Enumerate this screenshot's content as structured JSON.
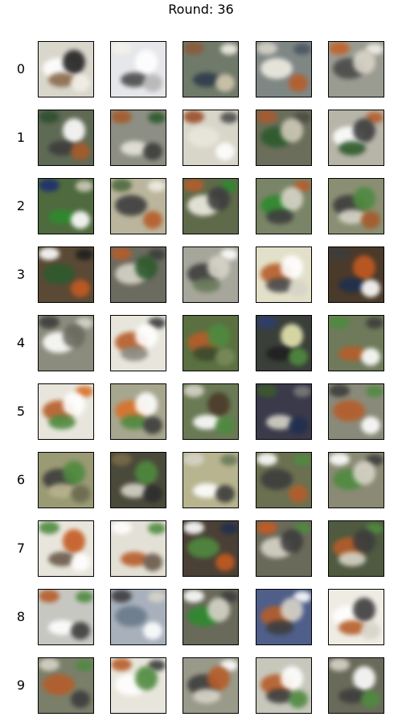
{
  "title": "Round: 36",
  "rows": [
    {
      "label": "0",
      "samples": [
        {
          "base": "#d9d6cc",
          "spots": [
            "#ffffff",
            "#222222",
            "#8a6b4d",
            "#f2efe6"
          ]
        },
        {
          "base": "#e6e7ea",
          "spots": [
            "#ffffff",
            "#4b4b4b",
            "#b6b6b6",
            "#f4f1ea"
          ]
        },
        {
          "base": "#6f7a6a",
          "spots": [
            "#2f3b4a",
            "#d1c7ad",
            "#8a5a3a",
            "#f1efe4"
          ]
        },
        {
          "base": "#7f8785",
          "spots": [
            "#b65d2a",
            "#d7d4c8",
            "#4b5563",
            "#f0ede3"
          ]
        },
        {
          "base": "#9a9b91",
          "spots": [
            "#c2622a",
            "#f2f0ea",
            "#4a4a4a",
            "#dad6c8"
          ]
        }
      ]
    },
    {
      "label": "1",
      "samples": [
        {
          "base": "#5f6a55",
          "spots": [
            "#ffffff",
            "#3d3d3d",
            "#a85a2a",
            "#2f4f2f"
          ]
        },
        {
          "base": "#8d8f84",
          "spots": [
            "#e8e5db",
            "#3c3c3c",
            "#a65a2a",
            "#2d5a2d"
          ]
        },
        {
          "base": "#d8d5c9",
          "spots": [
            "#ffffff",
            "#9a4e2a",
            "#4d4d4d",
            "#e9e6dc"
          ]
        },
        {
          "base": "#6a6e5a",
          "spots": [
            "#aa5a2d",
            "#4c4c44",
            "#2e5a2e",
            "#cfcab8"
          ]
        },
        {
          "base": "#b7b4a8",
          "spots": [
            "#b65d2a",
            "#ffffff",
            "#3d3d3d",
            "#2d5a2d"
          ]
        }
      ]
    },
    {
      "label": "2",
      "samples": [
        {
          "base": "#4f6a3f",
          "spots": [
            "#2e8a2e",
            "#ffffff",
            "#1f2f6f",
            "#cfcab8"
          ]
        },
        {
          "base": "#bab59c",
          "spots": [
            "#b65d2a",
            "#4f6a3f",
            "#f0ede3",
            "#3d3d3d"
          ]
        },
        {
          "base": "#5f6a4a",
          "spots": [
            "#b65d2a",
            "#2e8a2e",
            "#f0ede3",
            "#3d3d3d"
          ]
        },
        {
          "base": "#7a8467",
          "spots": [
            "#b65d2a",
            "#2e8a2e",
            "#d7d4c8",
            "#3d3d3d"
          ]
        },
        {
          "base": "#8a8f73",
          "spots": [
            "#3d3d3d",
            "#4f8a3f",
            "#d7d4c8",
            "#a65a2a"
          ]
        }
      ]
    },
    {
      "label": "3",
      "samples": [
        {
          "base": "#5a4a35",
          "spots": [
            "#c45a22",
            "#ffffff",
            "#1f1f1f",
            "#2e5a2e"
          ]
        },
        {
          "base": "#6b6b5f",
          "spots": [
            "#b65d2a",
            "#3d3d3d",
            "#d7d4c8",
            "#2e5a2e"
          ]
        },
        {
          "base": "#a6a79a",
          "spots": [
            "#ffffff",
            "#3d3d3d",
            "#d7d4c8",
            "#6a7a5a"
          ]
        },
        {
          "base": "#e3e0c9",
          "spots": [
            "#b65d2a",
            "#ffffff",
            "#4a4a4a",
            "#d7d4c8"
          ]
        },
        {
          "base": "#4a3a2a",
          "spots": [
            "#c45a22",
            "#1f2f4f",
            "#ffffff",
            "#3d3d3d"
          ]
        }
      ]
    },
    {
      "label": "4",
      "samples": [
        {
          "base": "#8c8c7e",
          "spots": [
            "#3d3d3d",
            "#d7d4c8",
            "#ffffff",
            "#6a6a5f"
          ]
        },
        {
          "base": "#e8e6dc",
          "spots": [
            "#3d3d3d",
            "#b65d2a",
            "#ffffff",
            "#8a8a80"
          ]
        },
        {
          "base": "#5a7040",
          "spots": [
            "#b65d2a",
            "#4f8a3f",
            "#3d4a2d",
            "#7a8a5a"
          ]
        },
        {
          "base": "#3a3f3a",
          "spots": [
            "#e6e6b0",
            "#1f1f1f",
            "#4f8a3f",
            "#2f3f6f"
          ]
        },
        {
          "base": "#6f7a5a",
          "spots": [
            "#b65d2a",
            "#ffffff",
            "#4f8a3f",
            "#3d3d3d"
          ]
        }
      ]
    },
    {
      "label": "5",
      "samples": [
        {
          "base": "#e8e6dc",
          "spots": [
            "#d9702a",
            "#b65d2a",
            "#ffffff",
            "#4f8a3f"
          ]
        },
        {
          "base": "#a7a68f",
          "spots": [
            "#d9702a",
            "#ffffff",
            "#4f8a3f",
            "#3d3d3d"
          ]
        },
        {
          "base": "#6a7a55",
          "spots": [
            "#4a3a2a",
            "#ffffff",
            "#4f8a3f",
            "#d7d4c8"
          ]
        },
        {
          "base": "#3a3a4a",
          "spots": [
            "#d7d4c8",
            "#1f2f4f",
            "#3d5a2d",
            "#7a7a7a"
          ]
        },
        {
          "base": "#8a8a7a",
          "spots": [
            "#ffffff",
            "#3d3d3d",
            "#4f8a3f",
            "#b65d2a"
          ]
        }
      ]
    },
    {
      "label": "6",
      "samples": [
        {
          "base": "#9a9a75",
          "spots": [
            "#3d3d3d",
            "#4f8a3f",
            "#b9b48f",
            "#6a6a50"
          ]
        },
        {
          "base": "#4a4a3a",
          "spots": [
            "#4f8a3f",
            "#d7d4c8",
            "#2d2d2d",
            "#7a6a4a"
          ]
        },
        {
          "base": "#b7b48f",
          "spots": [
            "#ffffff",
            "#3d3d3d",
            "#d7d4c8",
            "#6a7a5a"
          ]
        },
        {
          "base": "#6a7050",
          "spots": [
            "#b65d2a",
            "#ffffff",
            "#4f8a3f",
            "#3d3d3d"
          ]
        },
        {
          "base": "#8a8a75",
          "spots": [
            "#ffffff",
            "#3d3d3d",
            "#4f8a3f",
            "#d7d4c8"
          ]
        }
      ]
    },
    {
      "label": "7",
      "samples": [
        {
          "base": "#e8e6dc",
          "spots": [
            "#c45a22",
            "#6a5a4a",
            "#ffffff",
            "#4f8a3f"
          ]
        },
        {
          "base": "#e3e0d6",
          "spots": [
            "#b65d2a",
            "#6a5a4a",
            "#ffffff",
            "#4f8a3f"
          ]
        },
        {
          "base": "#4a4035",
          "spots": [
            "#c45a22",
            "#ffffff",
            "#1f2f4f",
            "#4f8a3f"
          ]
        },
        {
          "base": "#6a6a5a",
          "spots": [
            "#c45a22",
            "#4f8a3f",
            "#d7d4c8",
            "#3d3d3d"
          ]
        },
        {
          "base": "#4f5a40",
          "spots": [
            "#4f8a3f",
            "#b65d2a",
            "#3d3d3d",
            "#d7d4c8"
          ]
        }
      ]
    },
    {
      "label": "8",
      "samples": [
        {
          "base": "#c7c7c2",
          "spots": [
            "#ffffff",
            "#3d3d3d",
            "#b65d2a",
            "#4f8a3f"
          ]
        },
        {
          "base": "#a8b0bc",
          "spots": [
            "#ffffff",
            "#3d3d3d",
            "#d7d4c8",
            "#6a7a8a"
          ]
        },
        {
          "base": "#6a6a5a",
          "spots": [
            "#ffffff",
            "#3d3d3d",
            "#2e8a2e",
            "#d7d4c8"
          ]
        },
        {
          "base": "#4f5f8a",
          "spots": [
            "#ffffff",
            "#b65d2a",
            "#d7d4c8",
            "#3d3d3d"
          ]
        },
        {
          "base": "#efece4",
          "spots": [
            "#ffffff",
            "#3d3d3d",
            "#b65d2a",
            "#d7d4c8"
          ]
        }
      ]
    },
    {
      "label": "9",
      "samples": [
        {
          "base": "#7a7f6a",
          "spots": [
            "#3d3d3d",
            "#d7d4c8",
            "#4f8a3f",
            "#b65d2a"
          ]
        },
        {
          "base": "#e8e6dc",
          "spots": [
            "#b65d2a",
            "#3d3d3d",
            "#ffffff",
            "#4f8a3f"
          ]
        },
        {
          "base": "#9a9a8a",
          "spots": [
            "#ffffff",
            "#3d3d3d",
            "#b65d2a",
            "#d7d4c8"
          ]
        },
        {
          "base": "#c7c7bc",
          "spots": [
            "#b65d2a",
            "#ffffff",
            "#3d3d3d",
            "#4f8a3f"
          ]
        },
        {
          "base": "#6a6a5a",
          "spots": [
            "#ffffff",
            "#3d3d3d",
            "#4f8a3f",
            "#d7d4c8"
          ]
        }
      ]
    }
  ]
}
